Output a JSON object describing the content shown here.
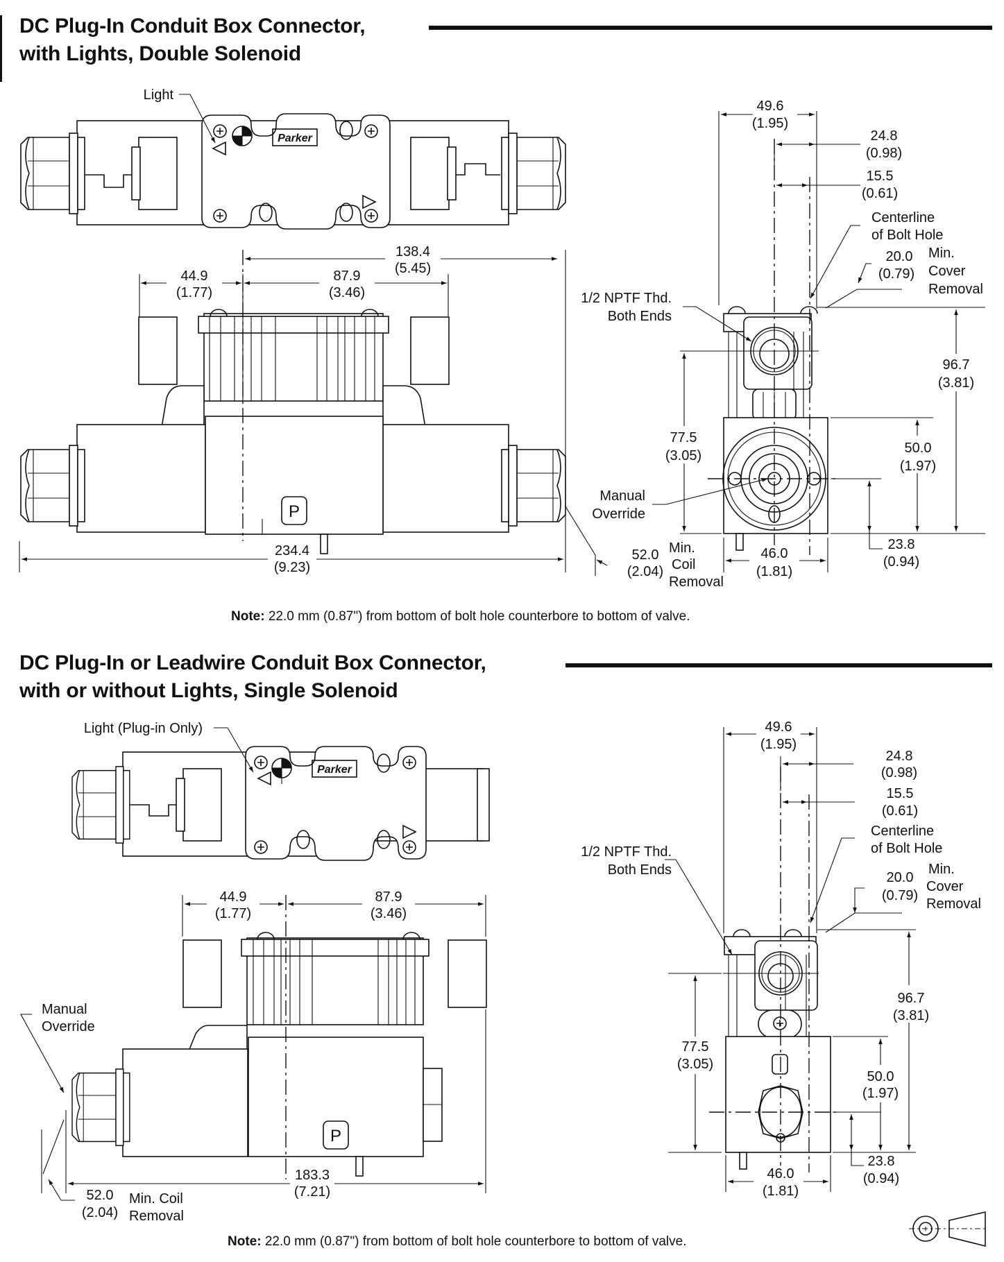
{
  "section1": {
    "title_line1": "DC Plug-In Conduit Box Connector,",
    "title_line2": "with Lights, Double Solenoid",
    "top_view": {
      "light_label": "Light",
      "brand_label": "Parker"
    },
    "front_view": {
      "dim_overall": {
        "mm": "234.4",
        "in": "(9.23)"
      },
      "dim_138": {
        "mm": "138.4",
        "in": "(5.45)"
      },
      "dim_44": {
        "mm": "44.9",
        "in": "(1.77)"
      },
      "dim_87": {
        "mm": "87.9",
        "in": "(3.46)"
      },
      "p_mark": "P"
    },
    "side_view": {
      "dim_49": {
        "mm": "49.6",
        "in": "(1.95)"
      },
      "dim_24": {
        "mm": "24.8",
        "in": "(0.98)"
      },
      "dim_15": {
        "mm": "15.5",
        "in": "(0.61)"
      },
      "centerline_label_1": "Centerline",
      "centerline_label_2": "of Bolt Hole",
      "cover_dim": {
        "mm": "20.0",
        "in": "(0.79)"
      },
      "cover_label": [
        "Min.",
        "Cover",
        "Removal"
      ],
      "nptf_label_1": "1/2 NPTF Thd.",
      "nptf_label_2": "Both Ends",
      "dim_96": {
        "mm": "96.7",
        "in": "(3.81)"
      },
      "dim_77": {
        "mm": "77.5",
        "in": "(3.05)"
      },
      "dim_50": {
        "mm": "50.0",
        "in": "(1.97)"
      },
      "dim_23": {
        "mm": "23.8",
        "in": "(0.94)"
      },
      "dim_46": {
        "mm": "46.0",
        "in": "(1.81)"
      },
      "manual_override_1": "Manual",
      "manual_override_2": "Override",
      "coil_dim": {
        "mm": "52.0",
        "in": "(2.04)"
      },
      "coil_label": [
        "Min.",
        "Coil",
        "Removal"
      ]
    },
    "note_label": "Note:",
    "note_text": " 22.0 mm (0.87\") from bottom of bolt hole counterbore to bottom of valve."
  },
  "section2": {
    "title_line1": "DC Plug-In or Leadwire Conduit Box Connector,",
    "title_line2": "with or without Lights, Single Solenoid",
    "top_view": {
      "light_label": "Light (Plug-in Only)",
      "brand_label": "Parker"
    },
    "front_view": {
      "dim_44": {
        "mm": "44.9",
        "in": "(1.77)"
      },
      "dim_87": {
        "mm": "87.9",
        "in": "(3.46)"
      },
      "dim_overall": {
        "mm": "183.3",
        "in": "(7.21)"
      },
      "manual_override_1": "Manual",
      "manual_override_2": "Override",
      "coil_dim": {
        "mm": "52.0",
        "in": "(2.04)"
      },
      "coil_label_1": "Min. Coil",
      "coil_label_2": "Removal",
      "p_mark": "P"
    },
    "side_view": {
      "dim_49": {
        "mm": "49.6",
        "in": "(1.95)"
      },
      "dim_24": {
        "mm": "24.8",
        "in": "(0.98)"
      },
      "dim_15": {
        "mm": "15.5",
        "in": "(0.61)"
      },
      "centerline_label_1": "Centerline",
      "centerline_label_2": "of Bolt Hole",
      "cover_dim": {
        "mm": "20.0",
        "in": "(0.79)"
      },
      "cover_label": [
        "Min.",
        "Cover",
        "Removal"
      ],
      "nptf_label_1": "1/2 NPTF Thd.",
      "nptf_label_2": "Both Ends",
      "dim_96": {
        "mm": "96.7",
        "in": "(3.81)"
      },
      "dim_77": {
        "mm": "77.5",
        "in": "(3.05)"
      },
      "dim_50": {
        "mm": "50.0",
        "in": "(1.97)"
      },
      "dim_23": {
        "mm": "23.8",
        "in": "(0.94)"
      },
      "dim_46": {
        "mm": "46.0",
        "in": "(1.81)"
      }
    },
    "note_label": "Note:",
    "note_text": " 22.0 mm (0.87\") from bottom of bolt hole counterbore to bottom of valve."
  },
  "projection_symbol": "third-angle-projection-icon"
}
